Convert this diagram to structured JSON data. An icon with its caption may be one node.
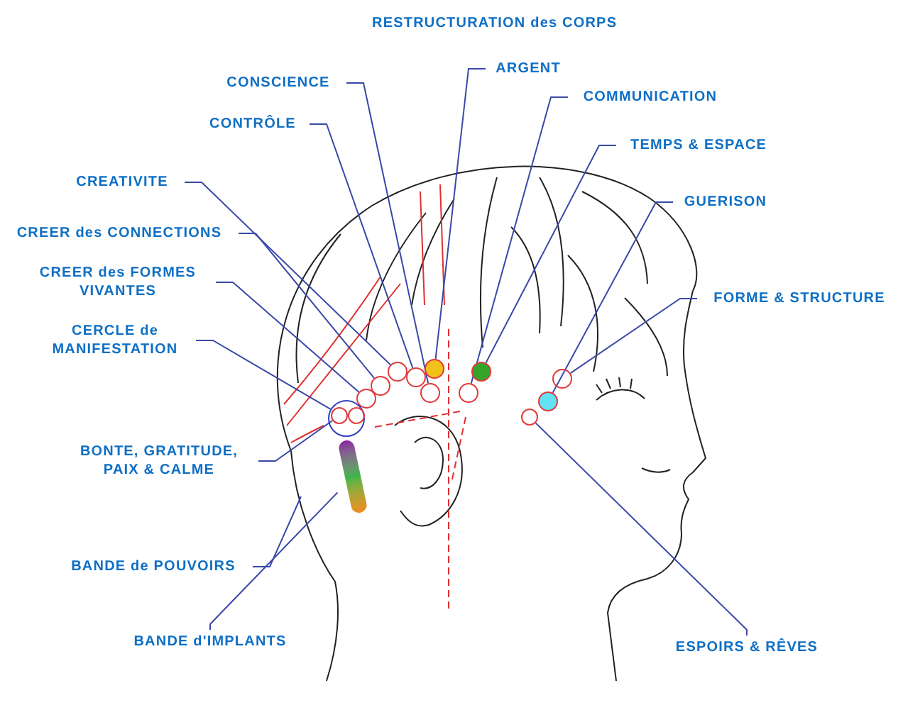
{
  "diagram": {
    "title": "RESTRUCTURATION des CORPS",
    "nodes": [
      {
        "text": [
          "CONSCIENCE"
        ]
      },
      {
        "text": [
          "CONTRÔLE"
        ]
      },
      {
        "text": [
          "CREATIVITE"
        ]
      },
      {
        "text": [
          "CREER des CONNECTIONS"
        ]
      },
      {
        "text": [
          "CREER des FORMES VIVANTES"
        ]
      },
      {
        "text": [
          "CERCLE de MANIFESTATION"
        ]
      },
      {
        "text": [
          "BONTE, GRATITUDE, PAIX & CALME"
        ]
      },
      {
        "text": [
          "BANDE de POUVOIRS"
        ]
      },
      {
        "text": [
          "BANDE d'IMPLANTS"
        ]
      },
      {
        "text": [
          "ARGENT"
        ]
      },
      {
        "text": [
          "COMMUNICATION"
        ]
      },
      {
        "text": [
          "TEMPS & ESPACE"
        ]
      },
      {
        "text": [
          "GUERISON"
        ]
      },
      {
        "text": [
          "FORME & STRUCTURE"
        ]
      },
      {
        "text": [
          "ESPOIRS & RÊVES"
        ]
      },
      {
        "text": [],
        "shape": "circle"
      },
      {
        "text": [],
        "shape": "circle"
      },
      {
        "text": [],
        "shape": "circle"
      },
      {
        "text": [],
        "shape": "circle"
      },
      {
        "text": [],
        "shape": "circle"
      },
      {
        "text": [],
        "shape": "circle"
      },
      {
        "text": [],
        "shape": "circle",
        "in": 20
      },
      {
        "text": [],
        "shape": "circle",
        "in": 20
      },
      {
        "text": [],
        "shape": "circle"
      },
      {
        "text": [],
        "shape": "circle"
      },
      {
        "text": [],
        "shape": "circle"
      },
      {
        "text": [],
        "shape": "circle"
      },
      {
        "text": [],
        "shape": "circle"
      },
      {
        "text": [],
        "shape": "circle"
      },
      {
        "text": [],
        "shape": "bar"
      }
    ],
    "edges": [
      {
        "from": 0,
        "to": 15,
        "arrow": "none"
      },
      {
        "from": 1,
        "to": 16,
        "arrow": "none"
      },
      {
        "from": 2,
        "to": 17,
        "arrow": "none"
      },
      {
        "from": 3,
        "to": 18,
        "arrow": "none"
      },
      {
        "from": 4,
        "to": 19,
        "arrow": "none"
      },
      {
        "from": 5,
        "to": 20,
        "arrow": "none"
      },
      {
        "from": 6,
        "to": 21,
        "arrow": "none"
      },
      {
        "from": 7,
        "to": null,
        "arrow": "none"
      },
      {
        "from": 8,
        "to": 29,
        "arrow": "none"
      },
      {
        "from": 9,
        "to": 23,
        "arrow": "none"
      },
      {
        "from": 10,
        "to": 24,
        "arrow": "none"
      },
      {
        "from": 11,
        "to": 25,
        "arrow": "none"
      },
      {
        "from": 12,
        "to": 26,
        "arrow": "none"
      },
      {
        "from": 13,
        "to": 27,
        "arrow": "none"
      },
      {
        "from": 14,
        "to": 28,
        "arrow": "none"
      }
    ]
  }
}
